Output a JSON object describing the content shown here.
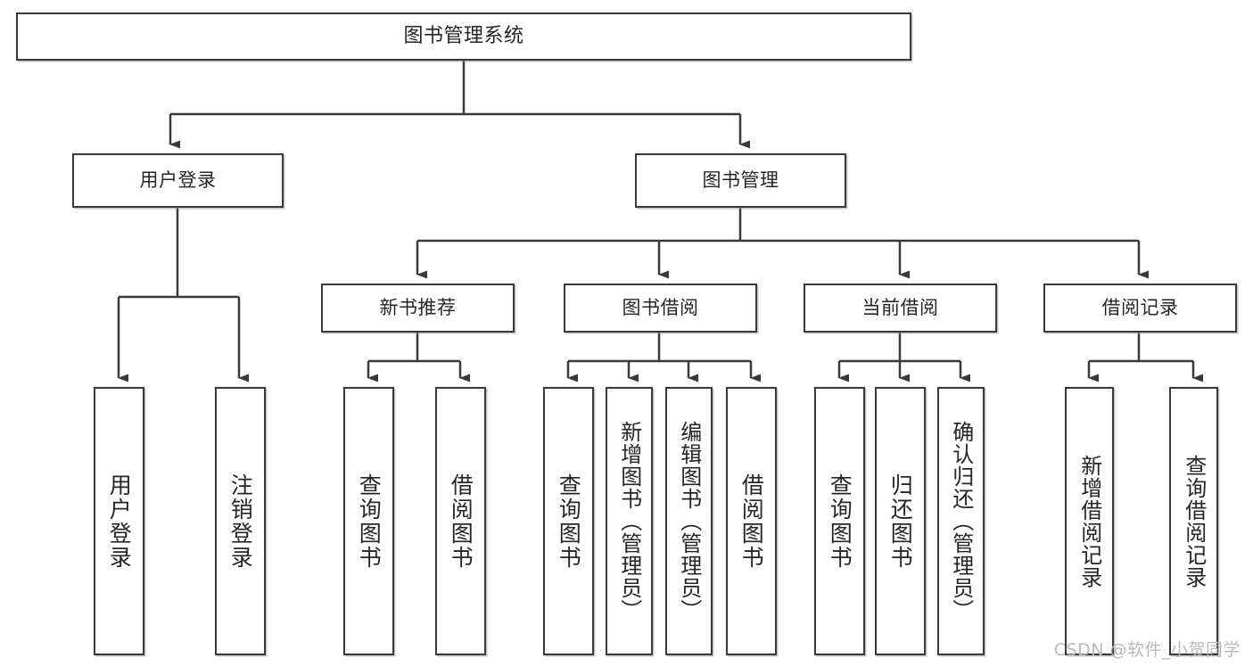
{
  "diagram": {
    "type": "tree",
    "title": "图书管理系统",
    "orientation": "top-down",
    "watermark": "CSDN @软件_小贺同学",
    "colors": {
      "box_border": "#3a3a3a",
      "box_fill": "#ffffff",
      "connector": "#3a3a3a",
      "text": "#262626",
      "watermark": "#b9b9b9",
      "background": "#ffffff"
    },
    "nodes": {
      "root": {
        "label": "图书管理系统",
        "level": 0
      },
      "user_login": {
        "label": "用户登录",
        "level": 1
      },
      "book_manage": {
        "label": "图书管理",
        "level": 1
      },
      "new_book_rec": {
        "label": "新书推荐",
        "level": 2
      },
      "book_borrow": {
        "label": "图书借阅",
        "level": 2
      },
      "current_borrow": {
        "label": "当前借阅",
        "level": 2
      },
      "borrow_record": {
        "label": "借阅记录",
        "level": 2
      },
      "leaf_user_login": {
        "label": "用户登录",
        "level": 2
      },
      "leaf_logout": {
        "label": "注销登录",
        "level": 2
      },
      "leaf_query_book_1": {
        "label": "查询图书",
        "level": 3
      },
      "leaf_borrow_book_1": {
        "label": "借阅图书",
        "level": 3
      },
      "leaf_query_book_2": {
        "label": "查询图书",
        "level": 3
      },
      "leaf_add_book": {
        "label": "新增图书（管理员）",
        "level": 3
      },
      "leaf_edit_book": {
        "label": "编辑图书（管理员）",
        "level": 3
      },
      "leaf_borrow_book_2": {
        "label": "借阅图书",
        "level": 3
      },
      "leaf_query_book_3": {
        "label": "查询图书",
        "level": 3
      },
      "leaf_return_book": {
        "label": "归还图书",
        "level": 3
      },
      "leaf_confirm_return": {
        "label": "确认归还（管理员）",
        "level": 3
      },
      "leaf_add_record": {
        "label": "新增借阅记录",
        "level": 3
      },
      "leaf_query_record": {
        "label": "查询借阅记录",
        "level": 3
      }
    },
    "edges": [
      {
        "from": "root",
        "to": "user_login"
      },
      {
        "from": "root",
        "to": "book_manage"
      },
      {
        "from": "user_login",
        "to": "leaf_user_login"
      },
      {
        "from": "user_login",
        "to": "leaf_logout"
      },
      {
        "from": "book_manage",
        "to": "new_book_rec"
      },
      {
        "from": "book_manage",
        "to": "book_borrow"
      },
      {
        "from": "book_manage",
        "to": "current_borrow"
      },
      {
        "from": "book_manage",
        "to": "borrow_record"
      },
      {
        "from": "new_book_rec",
        "to": "leaf_query_book_1"
      },
      {
        "from": "new_book_rec",
        "to": "leaf_borrow_book_1"
      },
      {
        "from": "book_borrow",
        "to": "leaf_query_book_2"
      },
      {
        "from": "book_borrow",
        "to": "leaf_add_book"
      },
      {
        "from": "book_borrow",
        "to": "leaf_edit_book"
      },
      {
        "from": "book_borrow",
        "to": "leaf_borrow_book_2"
      },
      {
        "from": "current_borrow",
        "to": "leaf_query_book_3"
      },
      {
        "from": "current_borrow",
        "to": "leaf_return_book"
      },
      {
        "from": "current_borrow",
        "to": "leaf_confirm_return"
      },
      {
        "from": "borrow_record",
        "to": "leaf_add_record"
      },
      {
        "from": "borrow_record",
        "to": "leaf_query_record"
      }
    ]
  }
}
